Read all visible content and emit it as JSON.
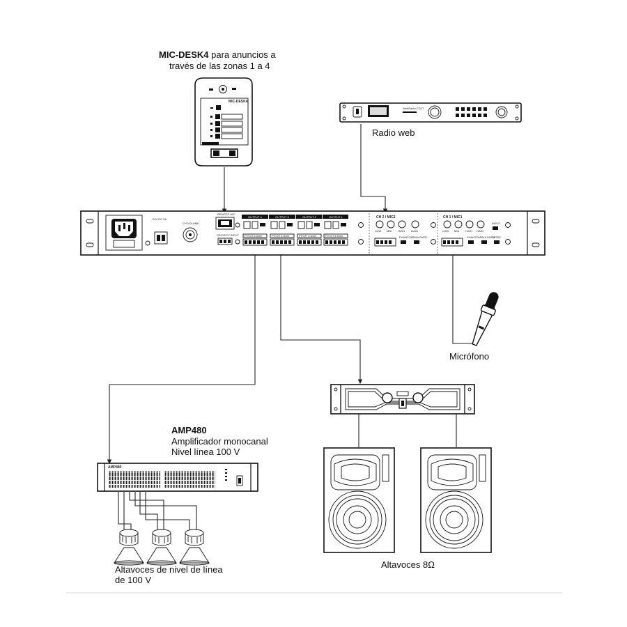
{
  "labels": {
    "mic_desk_title": "MIC-DESK4",
    "mic_desk_desc_1": "para anuncios a",
    "mic_desk_desc_2": "través de las zonas 1 a 4",
    "web_radio": "Radio web",
    "microphone": "Micrófono",
    "amp480_title": "AMP480",
    "amp480_line2": "Amplificador monocanal",
    "amp480_line3": "Nivel línea 100 V",
    "speakers_100v_1": "Altavoces de nivel de línea",
    "speakers_100v_2": "de 100 V",
    "speakers_8ohm": "Altavoces 8Ω"
  },
  "mixer_panel": {
    "outputs": [
      "OUTPUT 4",
      "OUTPUT 3",
      "OUTPUT 2",
      "OUTPUT 1"
    ],
    "output_connector_label": "PITCH 3.5mm",
    "ch2_label": "CH 2 / MIC2",
    "ch1_label": "CH 1 / MIC1",
    "mic_port_label": "REMOTE MIC",
    "priority_label": "PRIORITY INPUT",
    "power_label": "24V DC 2A",
    "volume_label": "CH VOLUME",
    "eq_labels": [
      "LOW",
      "MID",
      "HIGH",
      "GAIN"
    ],
    "switch_labels": [
      "PHANTOM",
      "TALKOVER",
      "MODE",
      "INPUT"
    ]
  },
  "devices": {
    "mic_desk_brand": "MIC-DESK4",
    "web_radio_model": "WebRadio-CD2T",
    "amp_model": "AMP480"
  }
}
